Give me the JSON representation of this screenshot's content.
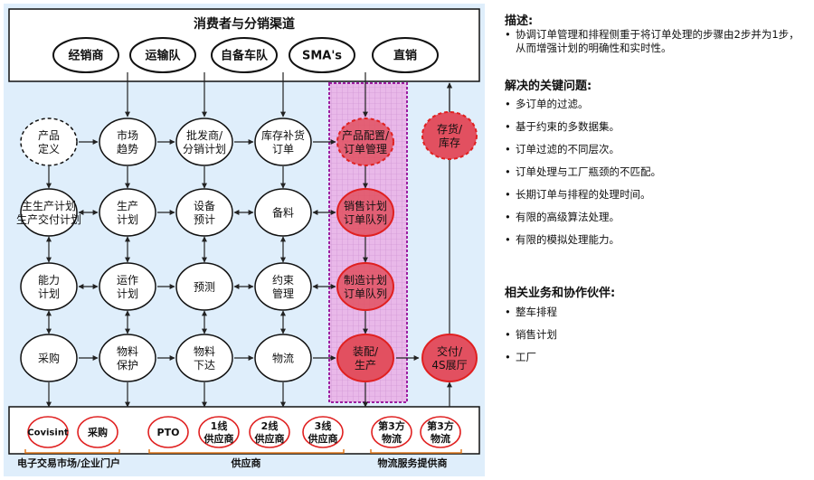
{
  "diagram": {
    "top_bar": {
      "title": "消费者与分销渠道",
      "channels": [
        "经销商",
        "运输队",
        "自备车队",
        "SMA's",
        "直销"
      ]
    },
    "rows": [
      [
        "产品\n定义",
        "市场\n趋势",
        "批发商/\n分销计划",
        "库存补货\n订单",
        "产品配置/\n订单管理"
      ],
      [
        "主生产计划\n生产交付计划",
        "生产\n计划",
        "设备\n预计",
        "备料",
        "销售计划\n订单队列"
      ],
      [
        "能力\n计划",
        "运作\n计划",
        "预测",
        "约束\n管理",
        "制造计划\n订单队列"
      ],
      [
        "采购",
        "物料\n保护",
        "物料\n下达",
        "物流",
        "装配/\n生产"
      ]
    ],
    "right_nodes": [
      "存货/\n库存",
      "交付/\n4S展厅"
    ],
    "bottom": {
      "items": [
        "Covisint",
        "采购",
        "PTO",
        "1线\n供应商",
        "2线\n供应商",
        "3线\n供应商",
        "第3方\n物流",
        "第3方\n物流"
      ],
      "group_labels": [
        "电子交易市场/企业门户",
        "供应商",
        "物流服务提供商"
      ]
    },
    "colors": {
      "panel_bg": "#dfeefb",
      "highlight_fill": "#e6b3e6",
      "highlight_border": "#9c1ea0",
      "red_node": "#e25060",
      "red_border": "#e02020",
      "arrow": "#222222",
      "bracket": "#e07a20"
    }
  },
  "panel": {
    "description_title": "描述:",
    "description": [
      "协调订单管理和排程侧重于将订单处理的步骤由2步并为1步，从而增强计划的明确性和实时性。"
    ],
    "issues_title": "解决的关键问题:",
    "issues": [
      "多订单的过滤。",
      "基于约束的多数据集。",
      "订单过滤的不同层次。",
      "订单处理与工厂瓶颈的不匹配。",
      "长期订单与排程的处理时间。",
      "有限的高级算法处理。",
      "有限的模拟处理能力。"
    ],
    "partners_title": "相关业务和协作伙伴:",
    "partners": [
      "整车排程",
      "销售计划",
      "工厂"
    ]
  }
}
